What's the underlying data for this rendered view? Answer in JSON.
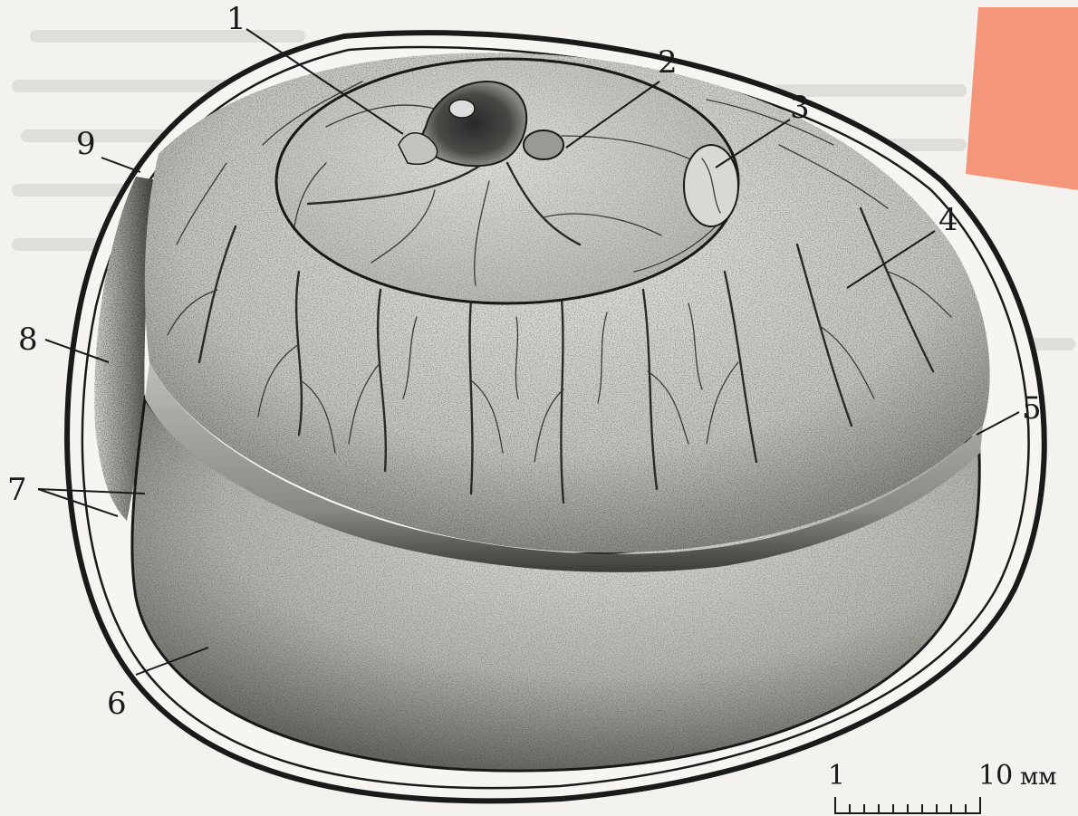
{
  "figure": {
    "callouts": [
      {
        "id": "1",
        "label": "1"
      },
      {
        "id": "2",
        "label": "2"
      },
      {
        "id": "3",
        "label": "3"
      },
      {
        "id": "4",
        "label": "4"
      },
      {
        "id": "5",
        "label": "5"
      },
      {
        "id": "6",
        "label": "6"
      },
      {
        "id": "7",
        "label": "7"
      },
      {
        "id": "8",
        "label": "8"
      },
      {
        "id": "9",
        "label": "9"
      }
    ],
    "scale_bar": {
      "start_label": "1",
      "end_label": "10",
      "unit": "мм"
    }
  },
  "colors": {
    "paper": "#f3f2ef",
    "ink": "#1a1a1a",
    "tab_accent": "#f4967a"
  }
}
